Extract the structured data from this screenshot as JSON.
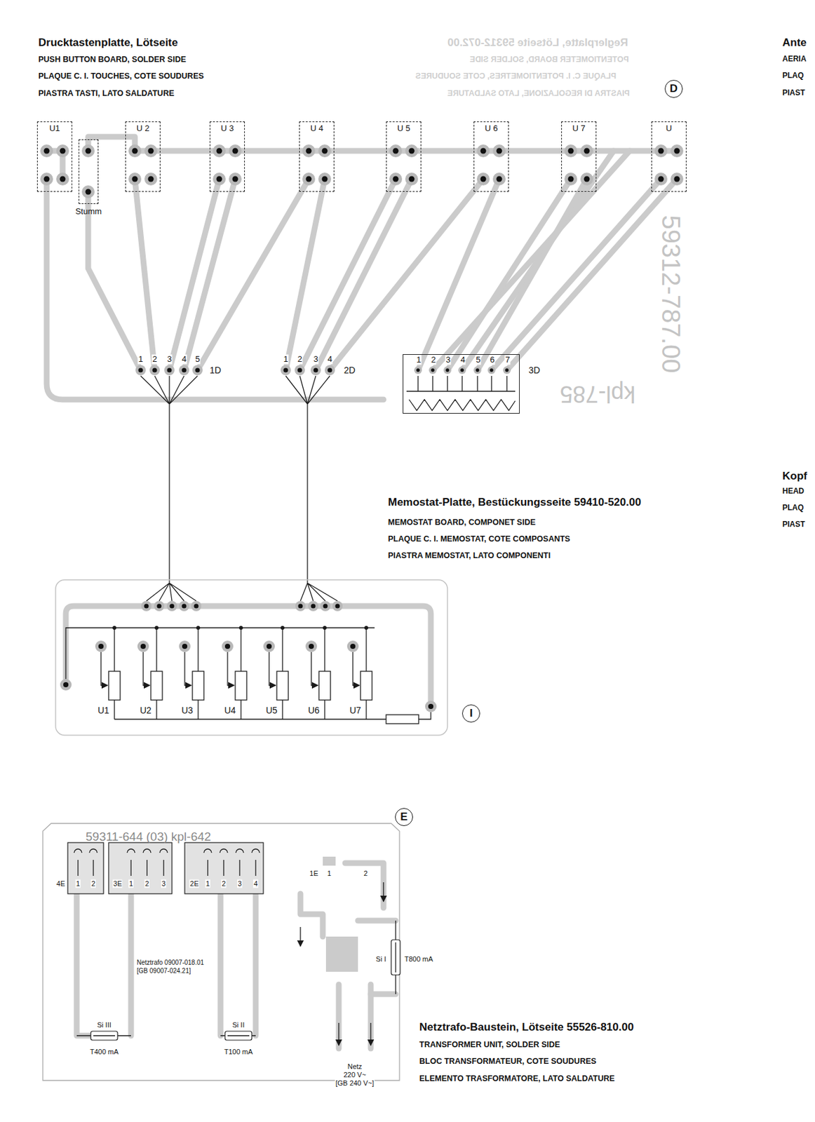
{
  "diagram": {
    "title": "Drucktastenplatte, Lötseite",
    "nodes": [
      {
        "text": [
          "U1"
        ]
      },
      {
        "text": [
          "U 2"
        ]
      },
      {
        "text": [
          "U 3"
        ]
      },
      {
        "text": [
          "U 4"
        ]
      },
      {
        "text": [
          "U 5"
        ]
      },
      {
        "text": [
          "U 6"
        ]
      },
      {
        "text": [
          "U 7"
        ]
      },
      {
        "text": [
          "U"
        ]
      },
      {
        "text": [
          "Stumm"
        ]
      },
      {
        "text": [
          "1",
          "2",
          "3",
          "4",
          "5",
          "6",
          "7",
          "3D"
        ]
      },
      {
        "text": [
          "U1",
          "U2",
          "U3",
          "U4",
          "U5",
          "U6",
          "U7"
        ]
      },
      {
        "text": [
          "59311-644 (03) kpl-642"
        ]
      }
    ],
    "labels": [
      "PUSH BUTTON BOARD, SOLDER SIDE",
      "PLAQUE C. I. TOUCHES, COTE SOUDURES",
      "PIASTRA TASTI, LATO SALDATURE",
      "Reglerplatte, Lötseite 59312-072.00",
      "POTENTIOMETER BOARD, SOLDER SIDE",
      "PLAQUE C. I. POTENTIOMETRES, COTE SOUDURES",
      "PIASTRA DI REGOLAZIONE, LATO SALDATURE",
      "D",
      "1",
      "2",
      "3",
      "4",
      "5",
      "1D",
      "1",
      "2",
      "3",
      "4",
      "2D",
      "59312-787.00",
      "kpl-785",
      "Memostat-Platte, Bestückungsseite 59410-520.00",
      "MEMOSTAT BOARD, COMPONET SIDE",
      "PLAQUE C. I. MEMOSTAT, COTE COMPOSANTS",
      "PIASTRA MEMOSTAT, LATO COMPONENTI",
      "I",
      "E",
      "4E",
      "1",
      "2",
      "3E",
      "1",
      "2",
      "3",
      "2E",
      "1",
      "2",
      "3",
      "4",
      "1E",
      "1",
      "2",
      "Netztrafo 09007-018.01",
      "[GB 09007-024.21]",
      "Si III",
      "T400 mA",
      "Si II",
      "T100 mA",
      "Si I",
      "T800 mA",
      "Netz",
      "220 V~",
      "[GB 240 V~]",
      "Netztrafo-Baustein, Lötseite 55526-810.00",
      "TRANSFORMER UNIT, SOLDER SIDE",
      "BLOC TRANSFORMATEUR, COTE SOUDURES",
      "ELEMENTO TRASFORMATORE, LATO SALDATURE",
      "Ante",
      "AERIA",
      "PLAQ",
      "PIAST",
      "Kopf",
      "HEAD",
      "PLAQ",
      "PIAST"
    ]
  }
}
